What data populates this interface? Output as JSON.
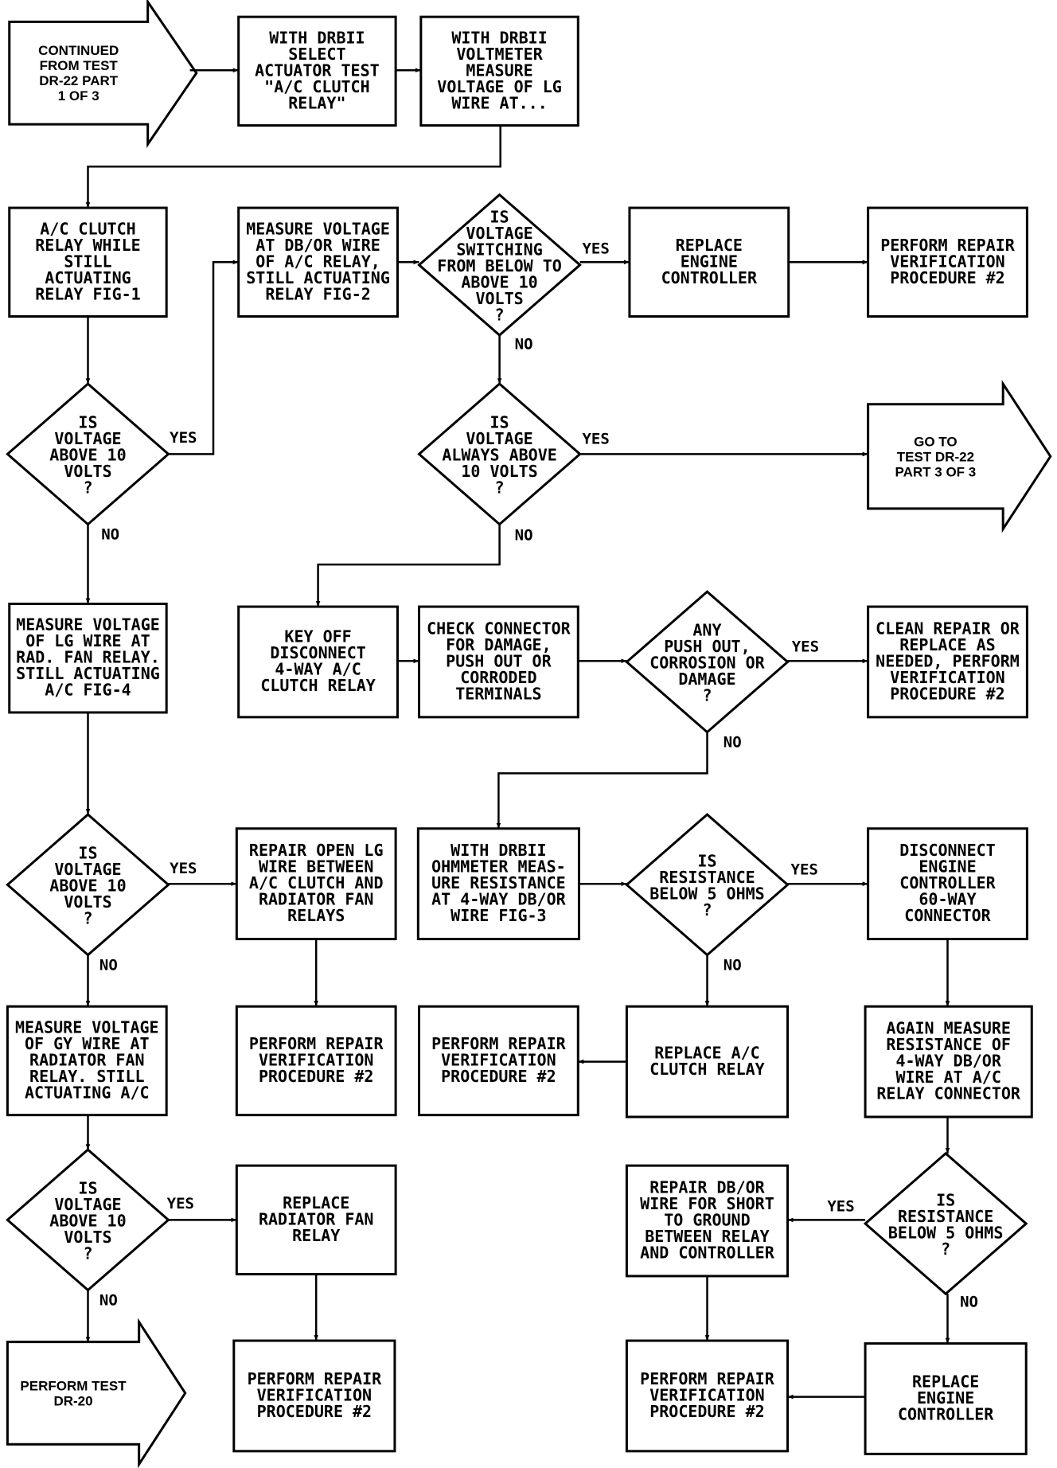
{
  "nodes": {
    "start": [
      "CONTINUED",
      "FROM TEST",
      "DR-22 PART",
      "1 OF 3"
    ],
    "select_actuator": [
      "WITH DRBII",
      "SELECT",
      "ACTUATOR TEST",
      "\"A/C CLUTCH",
      "RELAY\""
    ],
    "measure_lg_voltage": [
      "WITH DRBII",
      "VOLTMETER",
      "MEASURE",
      "VOLTAGE OF LG",
      "WIRE AT..."
    ],
    "ac_clutch_relay": [
      "A/C CLUTCH",
      "RELAY WHILE",
      "STILL",
      "ACTUATING",
      "RELAY FIG-1"
    ],
    "measure_db_or": [
      "MEASURE VOLTAGE",
      "AT DB/OR WIRE",
      "OF A/C RELAY,",
      "STILL ACTUATING",
      "RELAY FIG-2"
    ],
    "is_switching": [
      "IS",
      "VOLTAGE",
      "SWITCHING",
      "FROM BELOW TO",
      "ABOVE 10",
      "VOLTS",
      "?"
    ],
    "replace_controller_1": [
      "REPLACE",
      "ENGINE",
      "CONTROLLER"
    ],
    "repair_verif_1": [
      "PERFORM REPAIR",
      "VERIFICATION",
      "PROCEDURE #2"
    ],
    "is_above_10_a": [
      "IS",
      "VOLTAGE",
      "ABOVE 10",
      "VOLTS",
      "?"
    ],
    "is_always_above": [
      "IS",
      "VOLTAGE",
      "ALWAYS ABOVE",
      "10 VOLTS",
      "?"
    ],
    "goto_part3": [
      "GO TO",
      "TEST DR-22",
      "PART 3 OF 3"
    ],
    "measure_rad_fan": [
      "MEASURE VOLTAGE",
      "OF LG WIRE AT",
      "RAD. FAN RELAY.",
      "STILL ACTUATING",
      "A/C FIG-4"
    ],
    "key_off": [
      "KEY OFF",
      "DISCONNECT",
      "4-WAY A/C",
      "CLUTCH RELAY"
    ],
    "check_connector": [
      "CHECK CONNECTOR",
      "FOR DAMAGE,",
      "PUSH OUT OR",
      "CORRODED",
      "TERMINALS"
    ],
    "any_push_out": [
      "ANY",
      "PUSH OUT,",
      "CORROSION OR",
      "DAMAGE",
      "?"
    ],
    "clean_repair": [
      "CLEAN REPAIR OR",
      "REPLACE AS",
      "NEEDED, PERFORM",
      "VERIFICATION",
      "PROCEDURE #2"
    ],
    "is_above_10_b": [
      "IS",
      "VOLTAGE",
      "ABOVE 10",
      "VOLTS",
      "?"
    ],
    "repair_open_lg": [
      "REPAIR OPEN LG",
      "WIRE BETWEEN",
      "A/C CLUTCH AND",
      "RADIATOR FAN",
      "RELAYS"
    ],
    "ohmmeter": [
      "WITH DRBII",
      "OHMMETER MEAS-",
      "URE RESISTANCE",
      "AT 4-WAY DB/OR",
      "WIRE FIG-3"
    ],
    "is_resistance_1": [
      "IS",
      "RESISTANCE",
      "BELOW 5 OHMS",
      "?"
    ],
    "disconnect_60way": [
      "DISCONNECT",
      "ENGINE",
      "CONTROLLER",
      "60-WAY",
      "CONNECTOR"
    ],
    "measure_gy": [
      "MEASURE VOLTAGE",
      "OF GY WIRE AT",
      "RADIATOR FAN",
      "RELAY. STILL",
      "ACTUATING A/C"
    ],
    "repair_verif_2": [
      "PERFORM REPAIR",
      "VERIFICATION",
      "PROCEDURE #2"
    ],
    "repair_verif_3": [
      "PERFORM REPAIR",
      "VERIFICATION",
      "PROCEDURE #2"
    ],
    "replace_clutch_relay": [
      "REPLACE A/C",
      "CLUTCH RELAY"
    ],
    "again_measure": [
      "AGAIN MEASURE",
      "RESISTANCE OF",
      "4-WAY DB/OR",
      "WIRE AT A/C",
      "RELAY CONNECTOR"
    ],
    "is_above_10_c": [
      "IS",
      "VOLTAGE",
      "ABOVE 10",
      "VOLTS",
      "?"
    ],
    "replace_rad_fan": [
      "REPLACE",
      "RADIATOR FAN",
      "RELAY"
    ],
    "repair_db_or_short": [
      "REPAIR DB/OR",
      "WIRE FOR SHORT",
      "TO GROUND",
      "BETWEEN RELAY",
      "AND CONTROLLER"
    ],
    "is_resistance_2": [
      "IS",
      "RESISTANCE",
      "BELOW 5 OHMS",
      "?"
    ],
    "perform_dr20": [
      "PERFORM TEST",
      "DR-20"
    ],
    "repair_verif_4": [
      "PERFORM REPAIR",
      "VERIFICATION",
      "PROCEDURE #2"
    ],
    "repair_verif_5": [
      "PERFORM REPAIR",
      "VERIFICATION",
      "PROCEDURE #2"
    ],
    "replace_controller_2": [
      "REPLACE",
      "ENGINE",
      "CONTROLLER"
    ]
  },
  "edge_labels": {
    "yes": "YES",
    "no": "NO"
  }
}
